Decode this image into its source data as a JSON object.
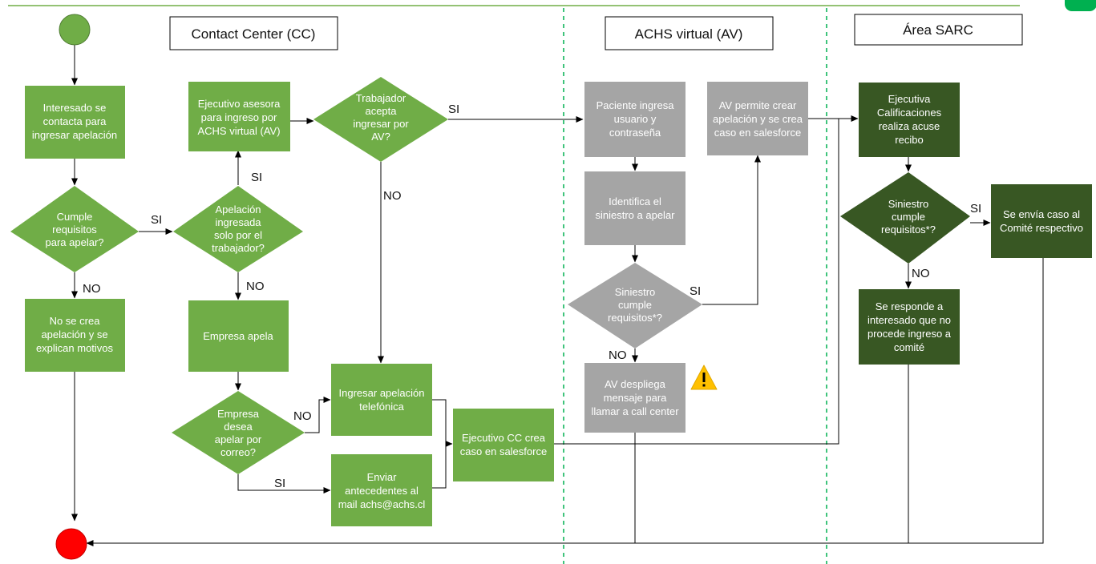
{
  "colors": {
    "green": "#70ad47",
    "gray": "#a5a5a5",
    "dark_green": "#385723",
    "start": "#70ad47",
    "end": "#ff0000",
    "divider": "#00b050",
    "arrow": "#000000",
    "warning": "#ffc000"
  },
  "headers": {
    "cc": "Contact Center (CC)",
    "av": "ACHS virtual (AV)",
    "sarc": "Área SARC"
  },
  "nodes": {
    "interesado": [
      "Interesado se",
      "contacta para",
      "ingresar apelación"
    ],
    "cumple_requisitos": [
      "Cumple",
      "requisitos",
      "para apelar?"
    ],
    "no_se_crea": [
      "No se crea",
      "apelación y se",
      "explican motivos"
    ],
    "ejecutivo_asesora": [
      "Ejecutivo asesora",
      "para ingreso por",
      "ACHS virtual (AV)"
    ],
    "apelacion_ingresada": [
      "Apelación",
      "ingresada",
      "solo por el",
      "trabajador?"
    ],
    "empresa_apela": [
      "Empresa apela"
    ],
    "empresa_desea": [
      "Empresa",
      "desea",
      "apelar por",
      "correo?"
    ],
    "trabajador_acepta": [
      "Trabajador",
      "acepta",
      "ingresar por",
      "AV?"
    ],
    "ingresar_telefonica": [
      "Ingresar apelación",
      "telefónica"
    ],
    "enviar_antecedentes": [
      "Enviar",
      "antecedentes al",
      "mail achs@achs.cl"
    ],
    "ejecutivo_cc_crea": [
      "Ejecutivo CC crea",
      "caso en salesforce"
    ],
    "paciente_ingresa": [
      "Paciente ingresa",
      "usuario y",
      "contraseña"
    ],
    "identifica_siniestro": [
      "Identifica el",
      "siniestro a apelar"
    ],
    "siniestro_av": [
      "Siniestro",
      "cumple",
      "requisitos*?"
    ],
    "av_despliega": [
      "AV despliega",
      "mensaje para",
      "llamar a call center"
    ],
    "av_permite": [
      "AV permite crear",
      "apelación y se crea",
      "caso en salesforce"
    ],
    "ejecutiva_calificaciones": [
      "Ejecutiva",
      "Calificaciones",
      "realiza acuse",
      "recibo"
    ],
    "siniestro_sarc": [
      "Siniestro",
      "cumple",
      "requisitos*?"
    ],
    "se_envia": [
      "Se envía caso al",
      "Comité respectivo"
    ],
    "se_responde": [
      "Se responde a",
      "interesado que no",
      "procede ingreso a",
      "comité"
    ]
  },
  "edge_labels": {
    "si_cumple": "SI",
    "no_cumple": "NO",
    "si_apelacion": "SI",
    "no_apelacion": "NO",
    "no_empresa": "NO",
    "si_empresa": "SI",
    "si_trabajador": "SI",
    "no_trabajador": "NO",
    "si_siniestro_av": "SI",
    "no_siniestro_av": "NO",
    "si_siniestro_sarc": "SI",
    "no_siniestro_sarc": "NO"
  }
}
